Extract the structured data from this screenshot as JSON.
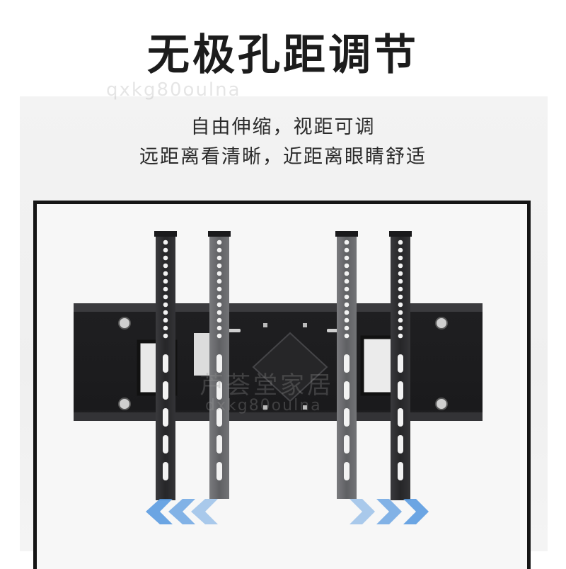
{
  "header": {
    "title": "无极孔距调节"
  },
  "description": {
    "line1": "自由伸缩，视距可调",
    "line2": "远距离看清晰，近距离眼睛舒适"
  },
  "watermark": {
    "brand": "芦荟堂家居",
    "domain_top": "qxkg80oulna",
    "domain_bottom": "dxkg80oulna"
  },
  "colors": {
    "bracket": "#1e1e20",
    "arm_dark": "#2b2b2d",
    "arm_gray": "#6a6b6e",
    "arrow": "#5b9be0",
    "tv_border": "#151515"
  },
  "icons": [
    "left-arrow-icon",
    "right-arrow-icon"
  ]
}
